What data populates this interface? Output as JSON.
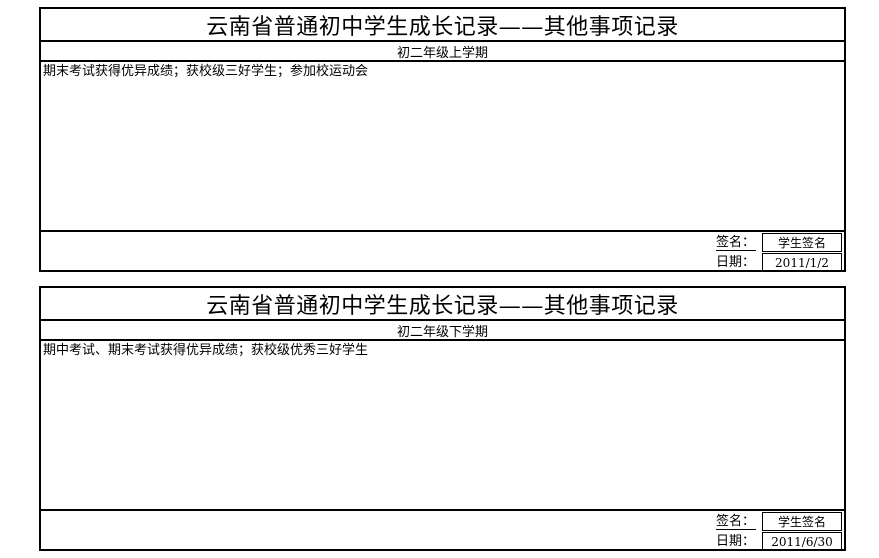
{
  "records": [
    {
      "title": "云南省普通初中学生成长记录——其他事项记录",
      "term": "初二年级上学期",
      "content": "期末考试获得优异成绩；获校级三好学生；参加校运动会",
      "sign_label": "签名：",
      "sign_value": "学生签名",
      "date_label": "日期：",
      "date_value": "2011/1/2"
    },
    {
      "title": "云南省普通初中学生成长记录——其他事项记录",
      "term": "初二年级下学期",
      "content": "期中考试、期末考试获得优异成绩；获校级优秀三好学生",
      "sign_label": "签名：",
      "sign_value": "学生签名",
      "date_label": "日期：",
      "date_value": "2011/6/30"
    }
  ]
}
